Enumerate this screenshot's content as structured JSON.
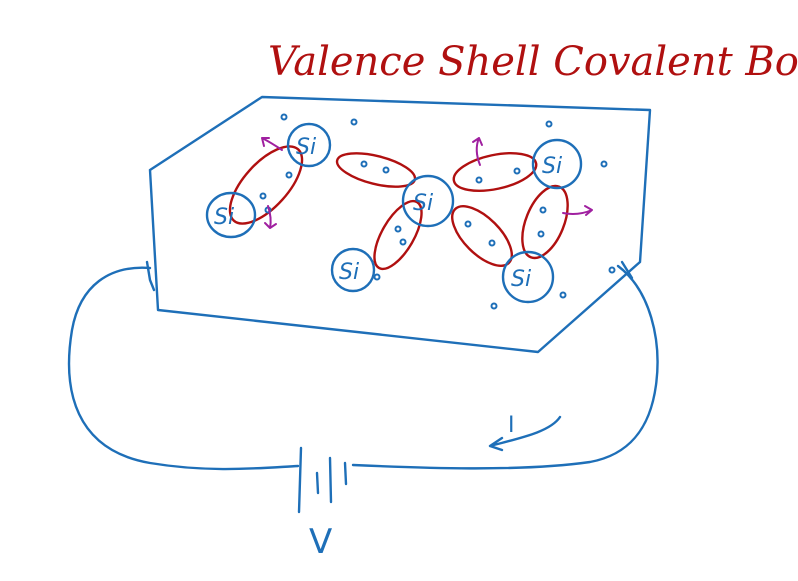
{
  "title": "Valence Shell Covalent Bonds",
  "atoms": [
    {
      "label": "Si"
    },
    {
      "label": "Si"
    },
    {
      "label": "Si"
    },
    {
      "label": "Si"
    },
    {
      "label": "Si"
    },
    {
      "label": "Si"
    }
  ],
  "current_label": "I",
  "voltage_label": "V",
  "colors": {
    "ink_blue": "#1e6fb8",
    "ink_red": "#b01010",
    "ink_purple": "#a020a0"
  }
}
